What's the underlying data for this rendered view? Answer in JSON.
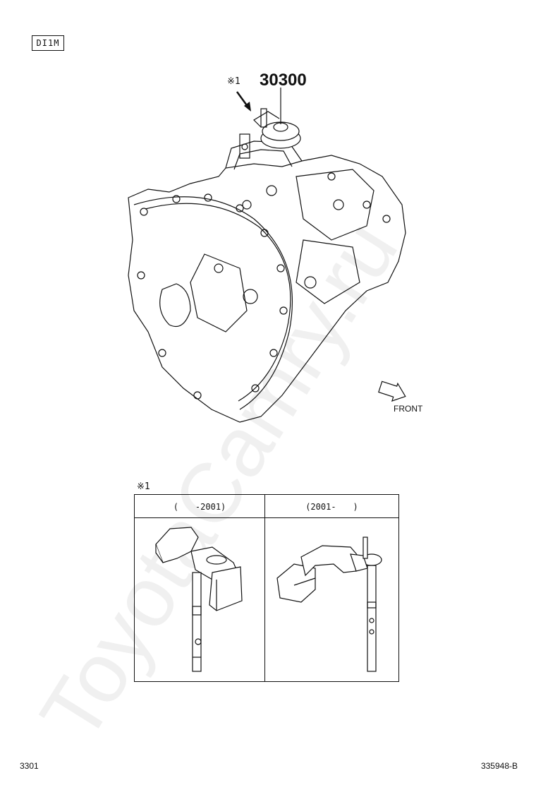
{
  "diagram_code": "DI1M",
  "callout": {
    "part_number": "30300",
    "note_mark": "※1"
  },
  "direction_label": "FRONT",
  "variant_table": {
    "note_mark": "※1",
    "columns": [
      {
        "label": "(　　-2001)"
      },
      {
        "label": "(2001-　　)"
      }
    ]
  },
  "footer": {
    "page_number": "3301",
    "illustration_id": "335948-B"
  },
  "watermark": "ToyotaCamry.ru"
}
